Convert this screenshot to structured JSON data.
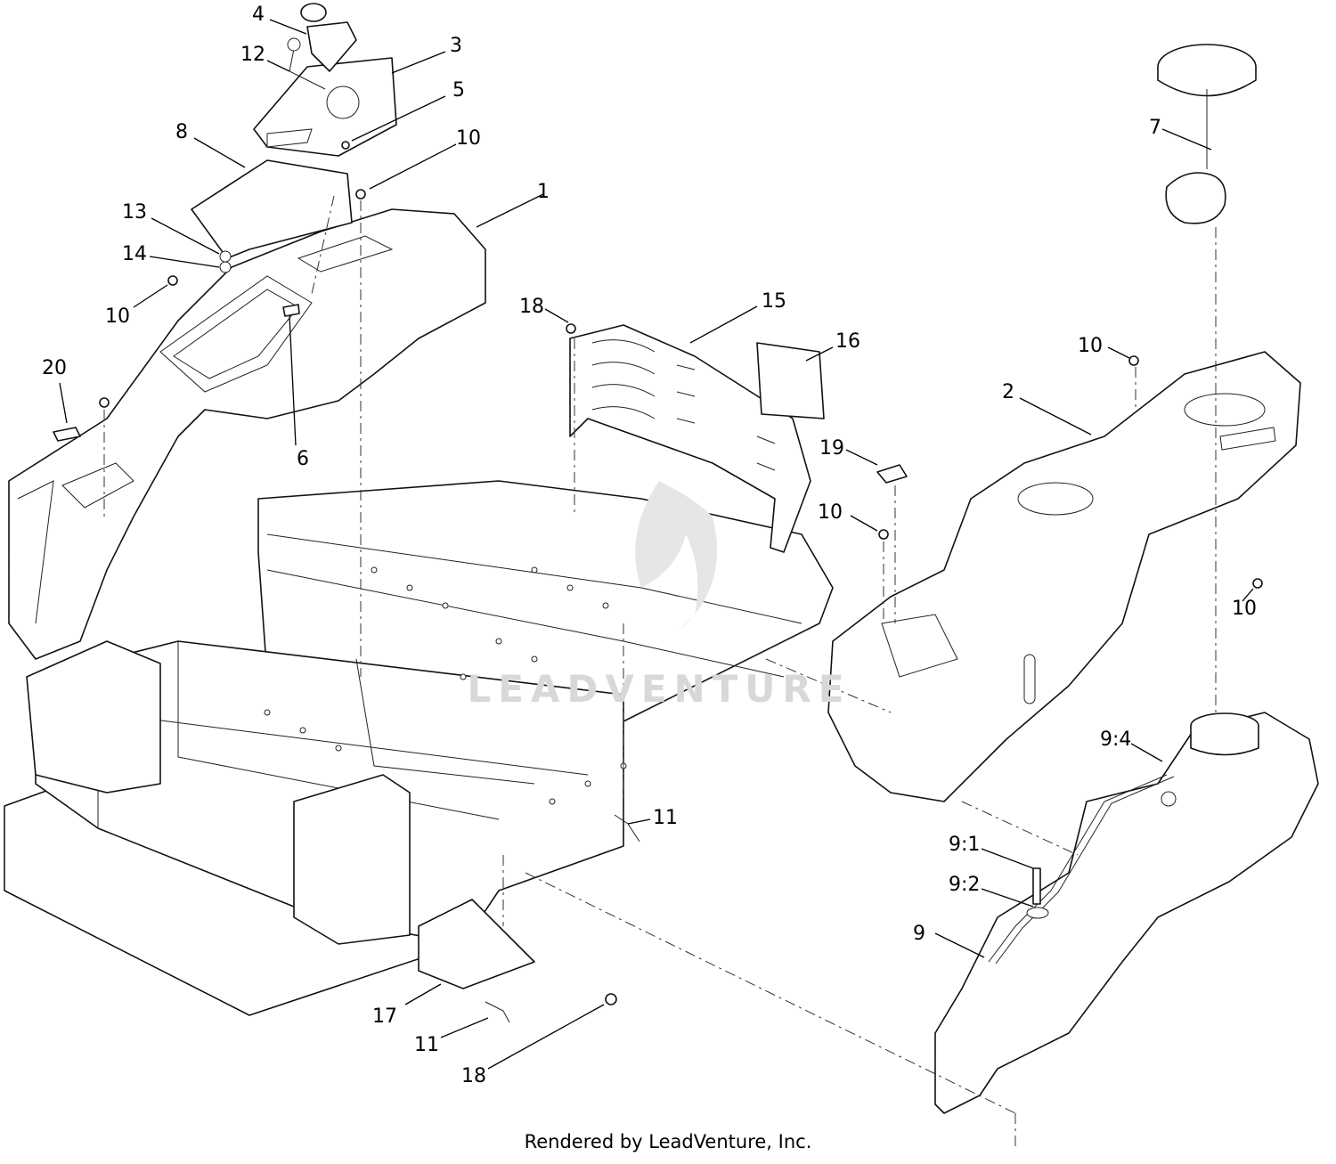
{
  "watermark": "LEADVENTURE",
  "credit": "Rendered by LeadVenture, Inc.",
  "callouts": [
    {
      "id": "c4",
      "label": "4"
    },
    {
      "id": "c3",
      "label": "3"
    },
    {
      "id": "c12",
      "label": "12"
    },
    {
      "id": "c5",
      "label": "5"
    },
    {
      "id": "c8",
      "label": "8"
    },
    {
      "id": "c10a",
      "label": "10"
    },
    {
      "id": "c1",
      "label": "1"
    },
    {
      "id": "c13",
      "label": "13"
    },
    {
      "id": "c14",
      "label": "14"
    },
    {
      "id": "c10b",
      "label": "10"
    },
    {
      "id": "c20",
      "label": "20"
    },
    {
      "id": "c6",
      "label": "6"
    },
    {
      "id": "c18a",
      "label": "18"
    },
    {
      "id": "c15",
      "label": "15"
    },
    {
      "id": "c16",
      "label": "16"
    },
    {
      "id": "c7",
      "label": "7"
    },
    {
      "id": "c10c",
      "label": "10"
    },
    {
      "id": "c2",
      "label": "2"
    },
    {
      "id": "c19",
      "label": "19"
    },
    {
      "id": "c10d",
      "label": "10"
    },
    {
      "id": "c10e",
      "label": "10"
    },
    {
      "id": "c9_4",
      "label": "9:4"
    },
    {
      "id": "c11a",
      "label": "11"
    },
    {
      "id": "c9_1",
      "label": "9:1"
    },
    {
      "id": "c9_2",
      "label": "9:2"
    },
    {
      "id": "c9",
      "label": "9"
    },
    {
      "id": "c17",
      "label": "17"
    },
    {
      "id": "c11b",
      "label": "11"
    },
    {
      "id": "c18b",
      "label": "18"
    }
  ]
}
